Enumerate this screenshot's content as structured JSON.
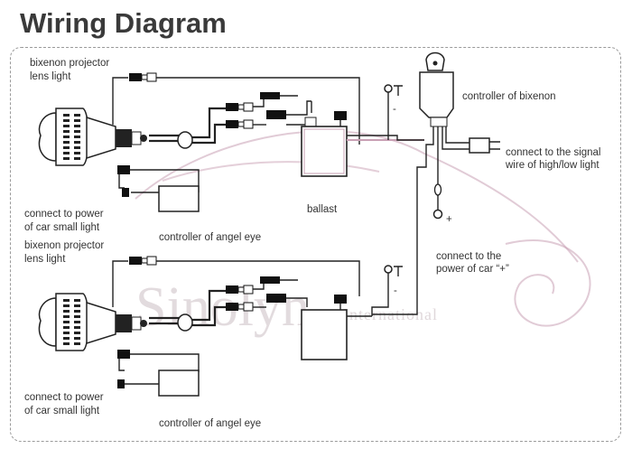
{
  "title": "Wiring Diagram",
  "labels": {
    "top_projector_line1": "bixenon projector",
    "top_projector_line2": "lens light",
    "top_power_line1": "connect to power",
    "top_power_line2": "of car small light",
    "top_angel_eye": "controller of angel eye",
    "ballast": "ballast",
    "controller_bixenon": "controller of bixenon",
    "signal_line1": "connect to the signal",
    "signal_line2": "wire of high/low light",
    "bottom_projector_line1": "bixenon projector",
    "bottom_projector_line2": "lens light",
    "car_power_line1": "connect to the",
    "car_power_line2": "power of car “+”",
    "bottom_power_line1": "connect to power",
    "bottom_power_line2": "of car small light",
    "bottom_angel_eye": "controller of angel eye",
    "plus_sign": "+",
    "minus_sign_top": "-",
    "minus_sign_bottom": "-"
  },
  "watermark": {
    "brand": "Sinolyn",
    "sub": "International"
  },
  "colors": {
    "title": "#3a3a3a",
    "wire": "#222222",
    "watermark": "#d9cfd3",
    "frame": "#9a9a9a"
  }
}
